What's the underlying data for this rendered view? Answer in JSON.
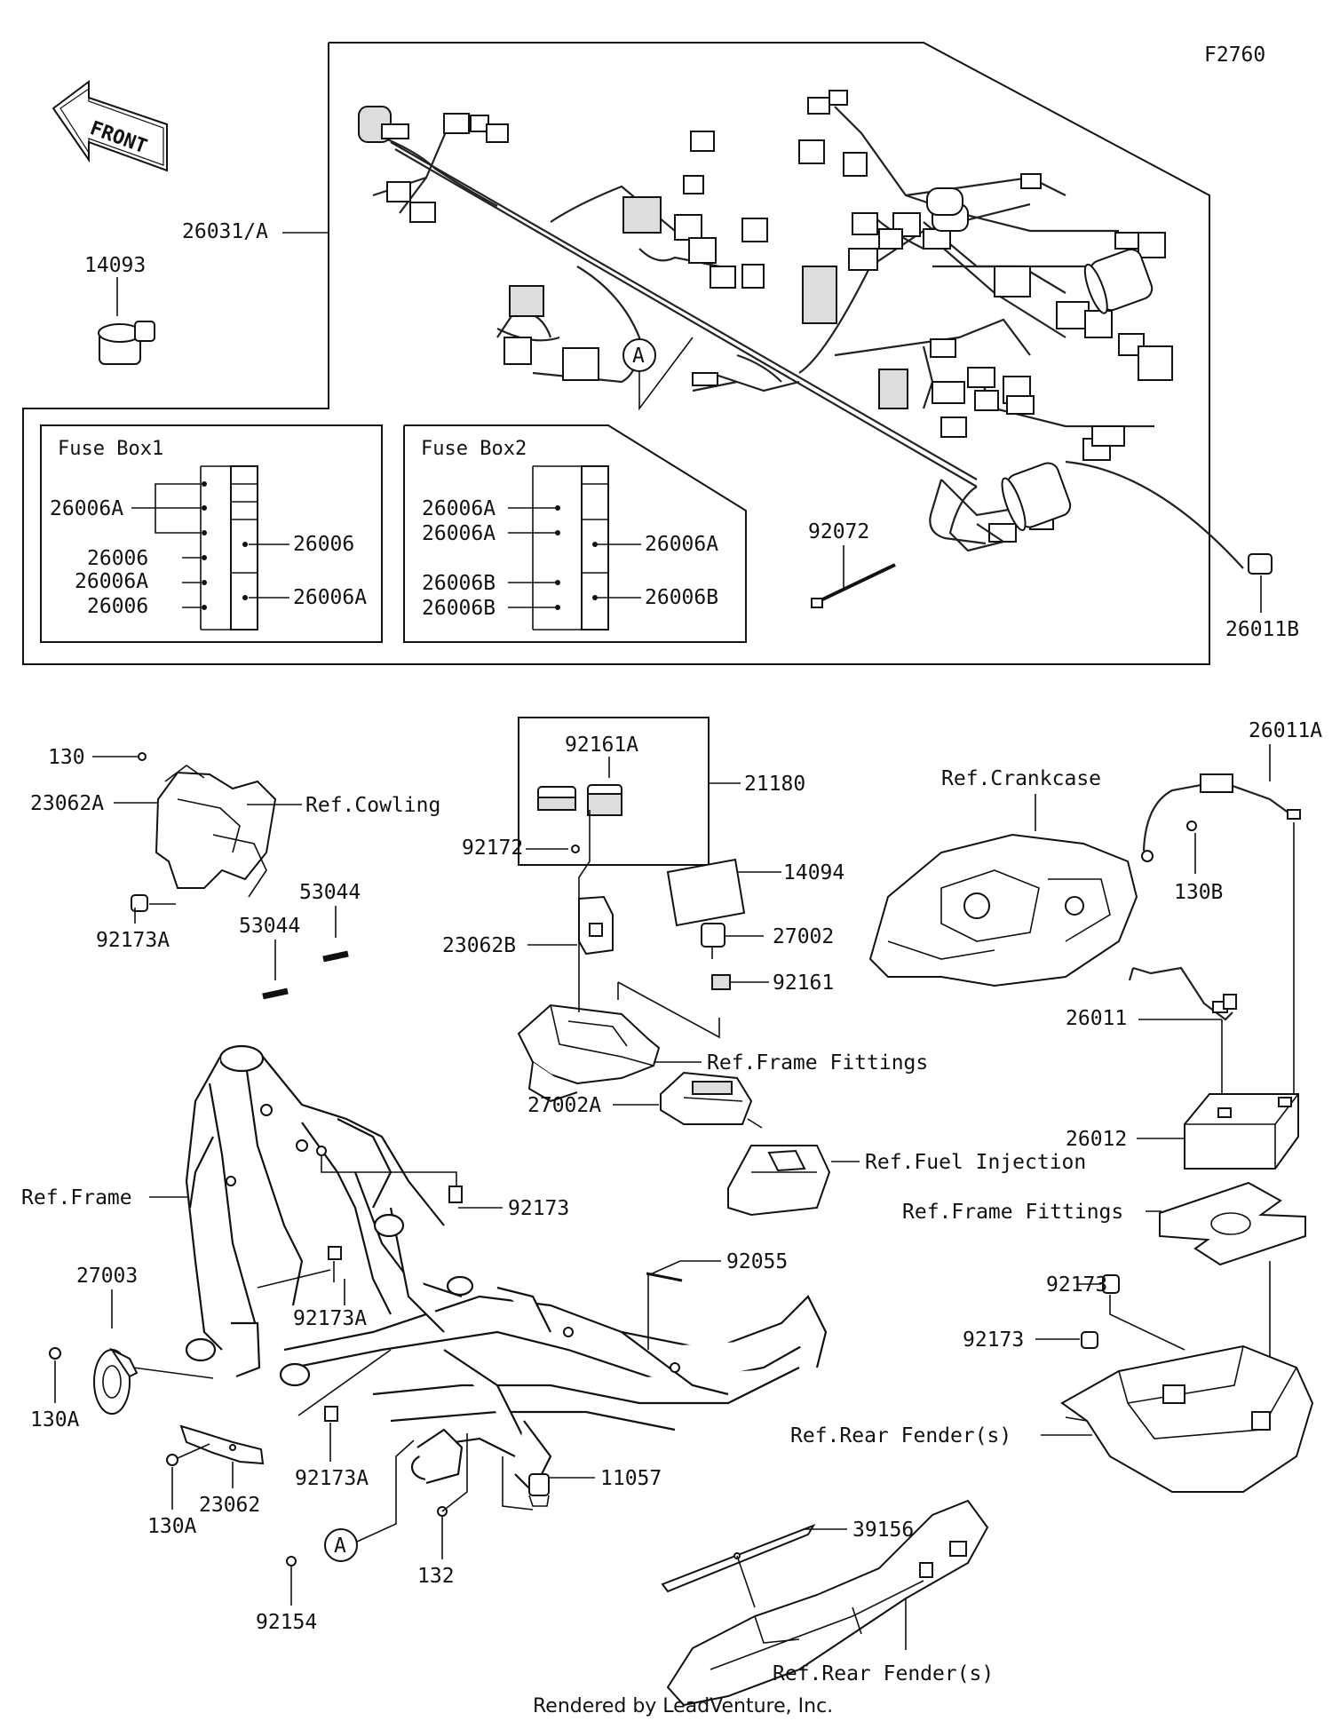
{
  "diagram_code": "F2760",
  "front_label": "FRONT",
  "footer": "Rendered by LeadVenture, Inc.",
  "fuse_box1": {
    "title": "Fuse Box1",
    "labels": [
      "26006A",
      "26006",
      "26006A",
      "26006",
      "26006",
      "26006A"
    ]
  },
  "fuse_box2": {
    "title": "Fuse Box2",
    "labels": [
      "26006A",
      "26006A",
      "26006B",
      "26006B",
      "26006A",
      "26006B"
    ]
  },
  "callout_marker": "A",
  "parts": {
    "p26031A": "26031/A",
    "p14093": "14093",
    "p92072": "92072",
    "p26011B": "26011B",
    "p130": "130",
    "p23062A": "23062A",
    "ref_cowling": "Ref.Cowling",
    "p92173A_1": "92173A",
    "p53044_1": "53044",
    "p53044_2": "53044",
    "p92161A": "92161A",
    "p21180": "21180",
    "p92172": "92172",
    "p14094": "14094",
    "p23062B": "23062B",
    "p27002": "27002",
    "p92161": "92161",
    "ref_frame_fittings_1": "Ref.Frame Fittings",
    "ref_crankcase": "Ref.Crankcase",
    "p26011A": "26011A",
    "p130B": "130B",
    "p26011": "26011",
    "p26012": "26012",
    "p27002A": "27002A",
    "ref_fuel_injection": "Ref.Fuel Injection",
    "ref_frame": "Ref.Frame",
    "p92173_1": "92173",
    "ref_frame_fittings_2": "Ref.Frame Fittings",
    "p92055": "92055",
    "p27003": "27003",
    "p92173A_2": "92173A",
    "p92173_2": "92173",
    "p92173_3": "92173",
    "p130A_1": "130A",
    "p23062": "23062",
    "p130A_2": "130A",
    "p92173A_3": "92173A",
    "p11057": "11057",
    "ref_rear_fender_1": "Ref.Rear Fender(s)",
    "p39156": "39156",
    "p132": "132",
    "p92154": "92154",
    "ref_rear_fender_2": "Ref.Rear Fender(s)"
  }
}
